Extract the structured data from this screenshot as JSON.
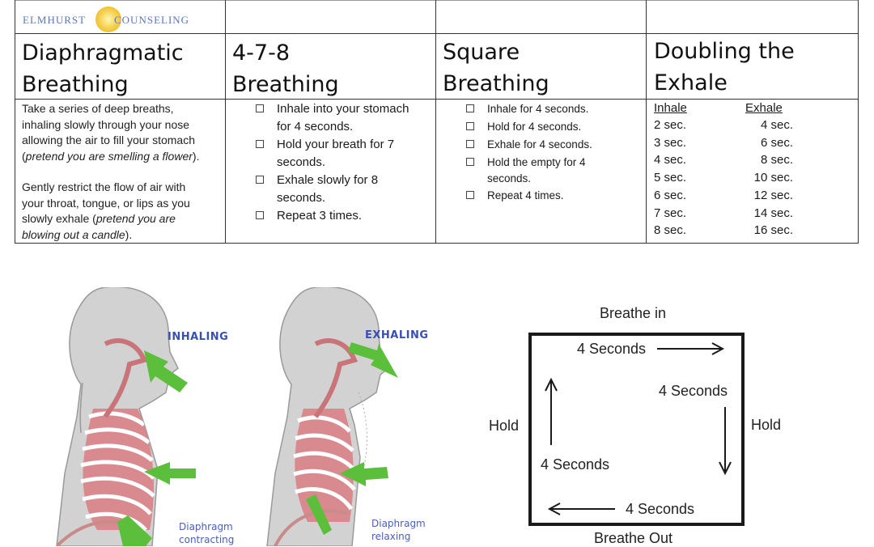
{
  "logo": {
    "word1": "ELMHURST",
    "word2": "COUNSELING"
  },
  "columns": [
    {
      "title_line1": "Diaphragmatic",
      "title_line2": "Breathing"
    },
    {
      "title_line1": "4-7-8",
      "title_line2": "Breathing"
    },
    {
      "title_line1": "Square",
      "title_line2": "Breathing"
    },
    {
      "title_line1": "Doubling the",
      "title_line2": "Exhale"
    }
  ],
  "diaphragmatic": {
    "p1_a": "Take a series of deep breaths,",
    "p1_b": "inhaling slowly through your nose",
    "p1_c": "allowing the air to fill your stomach",
    "p1_d_open": "(",
    "p1_d_italic": "pretend you are smelling a flower",
    "p1_d_close": ").",
    "p2_a": "Gently restrict the flow of air with",
    "p2_b": "your throat, tongue, or lips as you",
    "p2_c_plain": "slowly exhale (",
    "p2_c_italic": "pretend you are",
    "p2_d_italic": "blowing out a candle",
    "p2_d_close": ")."
  },
  "four_seven_eight": [
    {
      "l1": "Inhale into your stomach",
      "l2": "for 4 seconds."
    },
    {
      "l1": "Hold your breath for 7",
      "l2": "seconds."
    },
    {
      "l1": "Exhale slowly for 8",
      "l2": "seconds."
    },
    {
      "l1": "Repeat 3 times.",
      "l2": ""
    }
  ],
  "square": [
    {
      "l1": "Inhale for 4 seconds.",
      "l2": ""
    },
    {
      "l1": "Hold for 4 seconds.",
      "l2": ""
    },
    {
      "l1": "Exhale for 4 seconds.",
      "l2": ""
    },
    {
      "l1": "Hold the empty for 4",
      "l2": "seconds."
    },
    {
      "l1": "Repeat 4 times.",
      "l2": ""
    }
  ],
  "doubling": {
    "inhale_header": "Inhale",
    "exhale_header": "Exhale",
    "rows": [
      {
        "inhale": "2 sec.",
        "exhale": "4 sec."
      },
      {
        "inhale": "3 sec.",
        "exhale": "6 sec."
      },
      {
        "inhale": "4 sec.",
        "exhale": "8 sec."
      },
      {
        "inhale": "5 sec.",
        "exhale": "10 sec."
      },
      {
        "inhale": "6 sec.",
        "exhale": "12 sec."
      },
      {
        "inhale": "7 sec.",
        "exhale": "14 sec."
      },
      {
        "inhale": "8 sec.",
        "exhale": "16 sec."
      }
    ]
  },
  "figure": {
    "inhaling": "INHALING",
    "exhaling": "EXHALING",
    "diaphragm_contracting_1": "Diaphragm",
    "diaphragm_contracting_2": "contracting",
    "diaphragm_relaxing_1": "Diaphragm",
    "diaphragm_relaxing_2": "relaxing",
    "body_color": "#d2d2d2",
    "rib_color": "#d98a8f",
    "arrow_color": "#5cbf3c",
    "label_color": "#3a4fb0"
  },
  "square_diagram": {
    "top": "Breathe in",
    "bottom": "Breathe Out",
    "left": "Hold",
    "right": "Hold",
    "top_inner": "4 Seconds",
    "right_inner": "4 Seconds",
    "left_inner": "4 Seconds",
    "bottom_inner": "4 Seconds"
  }
}
